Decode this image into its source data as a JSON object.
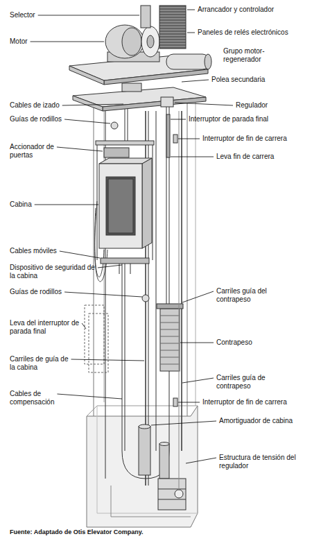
{
  "diagram": {
    "caption": "Fuente: Adaptado de Otis Elevator Company.",
    "labels": [
      "Selector",
      "Motor",
      "Cables de izado",
      "Guías de rodillos",
      "Accionador de puertas",
      "Cabina",
      "Cables móviles",
      "Dispositivo de seguridad de la cabina",
      "Guías de rodillos",
      "Leva del interruptor de parada final",
      "Carriles de guía de la cabina",
      "Cables de compensación",
      "Arrancador y controlador",
      "Paneles de relés electrónicos",
      "Grupo motor-regenerador",
      "Polea secundaria",
      "Regulador",
      "Interruptor de parada final",
      "Interruptor de fin de carrera",
      "Leva fin de carrera",
      "Carriles guía del contrapeso",
      "Contrapeso",
      "Carriles guía de contrapeso",
      "Interruptor de fin de carrera",
      "Amortiguador de cabina",
      "Estructura de tensión del regulador"
    ]
  }
}
